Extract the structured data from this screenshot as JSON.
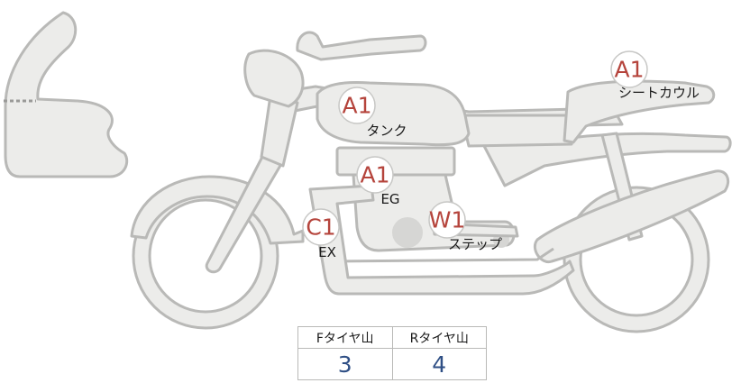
{
  "markers": [
    {
      "id": "tank",
      "code": "A1",
      "label": "タンク"
    },
    {
      "id": "seat-cowl",
      "code": "A1",
      "label": "シートカウル"
    },
    {
      "id": "engine",
      "code": "A1",
      "label": "EG"
    },
    {
      "id": "exhaust",
      "code": "C1",
      "label": "EX"
    },
    {
      "id": "step",
      "code": "W1",
      "label": "ステップ"
    }
  ],
  "tire_table": {
    "headers": [
      "Fタイヤ山",
      "Rタイヤ山"
    ],
    "values": [
      "3",
      "4"
    ]
  }
}
